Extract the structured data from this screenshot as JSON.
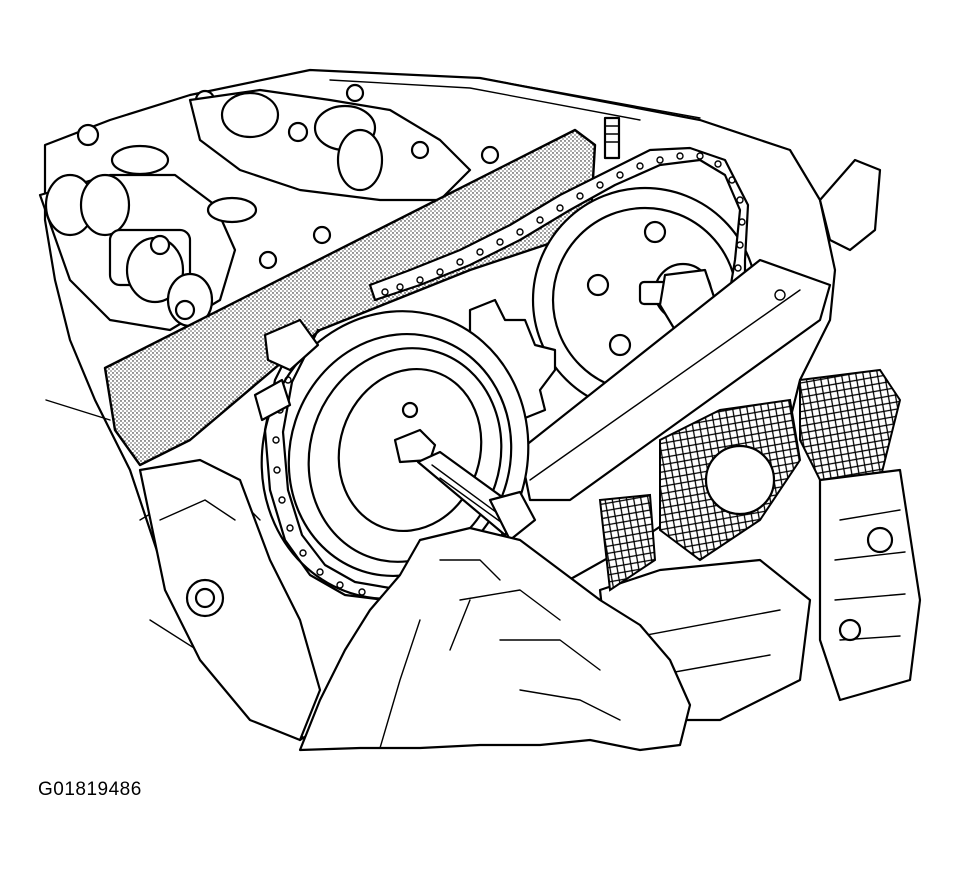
{
  "figure": {
    "caption_id": "G01819486"
  },
  "colors": {
    "line": "#000000",
    "background": "#ffffff",
    "shade": "#bdbdbd"
  },
  "components": [
    "cylinder-head",
    "camshaft-left",
    "camshaft-right",
    "holding-bar",
    "timing-chain",
    "exhaust-sprocket",
    "intake-sprocket",
    "chain-guide",
    "tensioner",
    "wrench",
    "gloved-hand"
  ]
}
